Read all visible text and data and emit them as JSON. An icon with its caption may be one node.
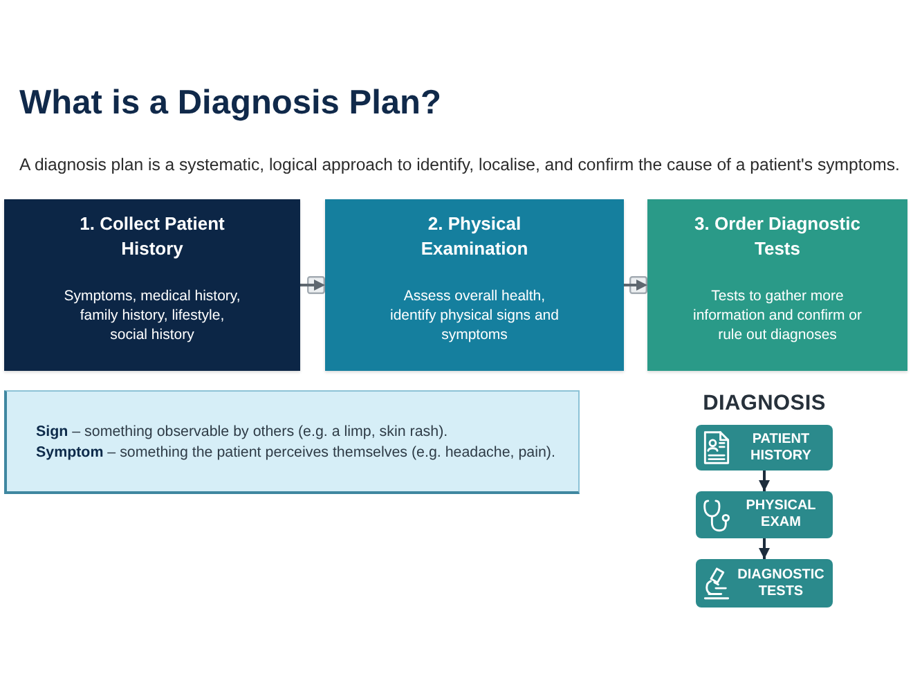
{
  "diagram": {
    "title": "What is a Diagnosis Plan?",
    "nodes": [
      {
        "text": [
          "1. Collect Patient History",
          "Symptoms, medical history, family history, lifestyle, social history"
        ]
      },
      {
        "text": [
          "2. Physical Examination",
          "Assess overall health, identify physical signs and symptoms"
        ]
      },
      {
        "text": [
          "3. Order Diagnostic Tests",
          "Tests to gather more information and confirm or rule out diagnoses"
        ]
      },
      {
        "text": [
          "**Sign**  – something observable by others (e.g. a limp, skin rash).",
          "**Symptom**  – something the patient perceives themselves (e.g. headache, pain)."
        ]
      },
      {
        "text": [
          "PATIENT HISTORY"
        ]
      },
      {
        "text": [
          "PHYSICAL EXAM"
        ]
      },
      {
        "text": [
          "DIAGNOSTIC TESTS"
        ]
      }
    ],
    "edges": [
      {
        "from": 0,
        "to": 1,
        "arrow": "to"
      },
      {
        "from": 1,
        "to": 2,
        "arrow": "to"
      },
      {
        "from": 4,
        "to": 5,
        "arrow": "to",
        "color": "#1e2d3d"
      },
      {
        "from": 5,
        "to": 6,
        "arrow": "to",
        "color": "#1e2d3d"
      }
    ],
    "labels": [
      "A diagnosis plan is a systematic, logical approach to identify, localise, and confirm the cause of a patient's symptoms.",
      "DIAGNOSIS"
    ]
  }
}
